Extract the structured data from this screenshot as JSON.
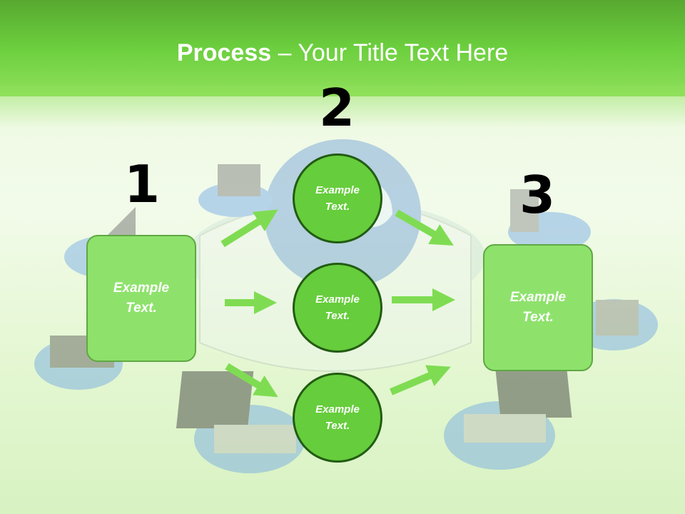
{
  "title": {
    "bold": "Process",
    "rest": " – Your Title Text Here"
  },
  "steps": [
    {
      "number": "1",
      "box_text": "Example Text."
    },
    {
      "number": "2"
    },
    {
      "number": "3",
      "box_text": "Example Text."
    }
  ],
  "circles": [
    {
      "text": "Example Text."
    },
    {
      "text": "Example Text."
    },
    {
      "text": "Example Text."
    }
  ],
  "colors": {
    "header": "#6ccf3e",
    "box_fill": "#8ee26c",
    "circle_fill": "#66cd3c",
    "circle_border": "#225c13",
    "arrow": "#7fdc52"
  }
}
